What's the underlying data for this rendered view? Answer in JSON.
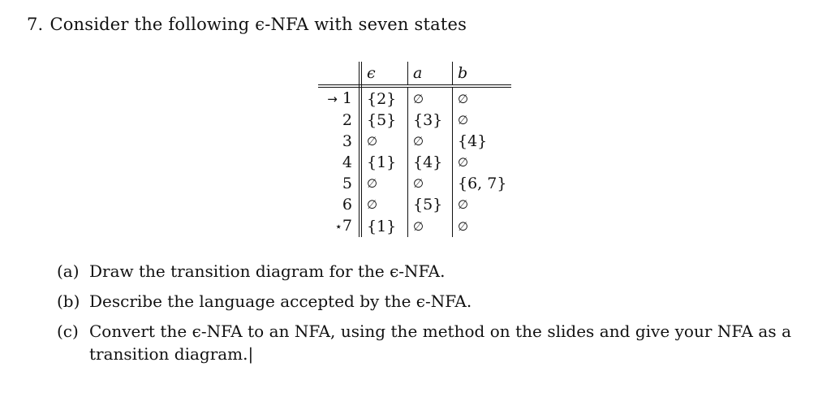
{
  "question": {
    "number": "7.",
    "text": "Consider the following ϵ-NFA with seven states"
  },
  "table": {
    "headers": [
      "ϵ",
      "a",
      "b"
    ],
    "rows": [
      {
        "marker": "→",
        "state": "1",
        "eps": "{2}",
        "a": "∅",
        "b": "∅"
      },
      {
        "marker": "",
        "state": "2",
        "eps": "{5}",
        "a": "{3}",
        "b": "∅"
      },
      {
        "marker": "",
        "state": "3",
        "eps": "∅",
        "a": "∅",
        "b": "{4}"
      },
      {
        "marker": "",
        "state": "4",
        "eps": "{1}",
        "a": "{4}",
        "b": "∅"
      },
      {
        "marker": "",
        "state": "5",
        "eps": "∅",
        "a": "∅",
        "b": "{6, 7}"
      },
      {
        "marker": "",
        "state": "6",
        "eps": "∅",
        "a": "{5}",
        "b": "∅"
      },
      {
        "marker": "⋆",
        "state": "7",
        "eps": "{1}",
        "a": "∅",
        "b": "∅"
      }
    ]
  },
  "parts": [
    {
      "label": "(a)",
      "text": "Draw the transition diagram for the ϵ-NFA."
    },
    {
      "label": "(b)",
      "text": "Describe the language accepted by the ϵ-NFA."
    },
    {
      "label": "(c)",
      "text": "Convert the ϵ-NFA to an NFA, using the method on the slides and give your NFA as a transition diagram.|"
    }
  ]
}
